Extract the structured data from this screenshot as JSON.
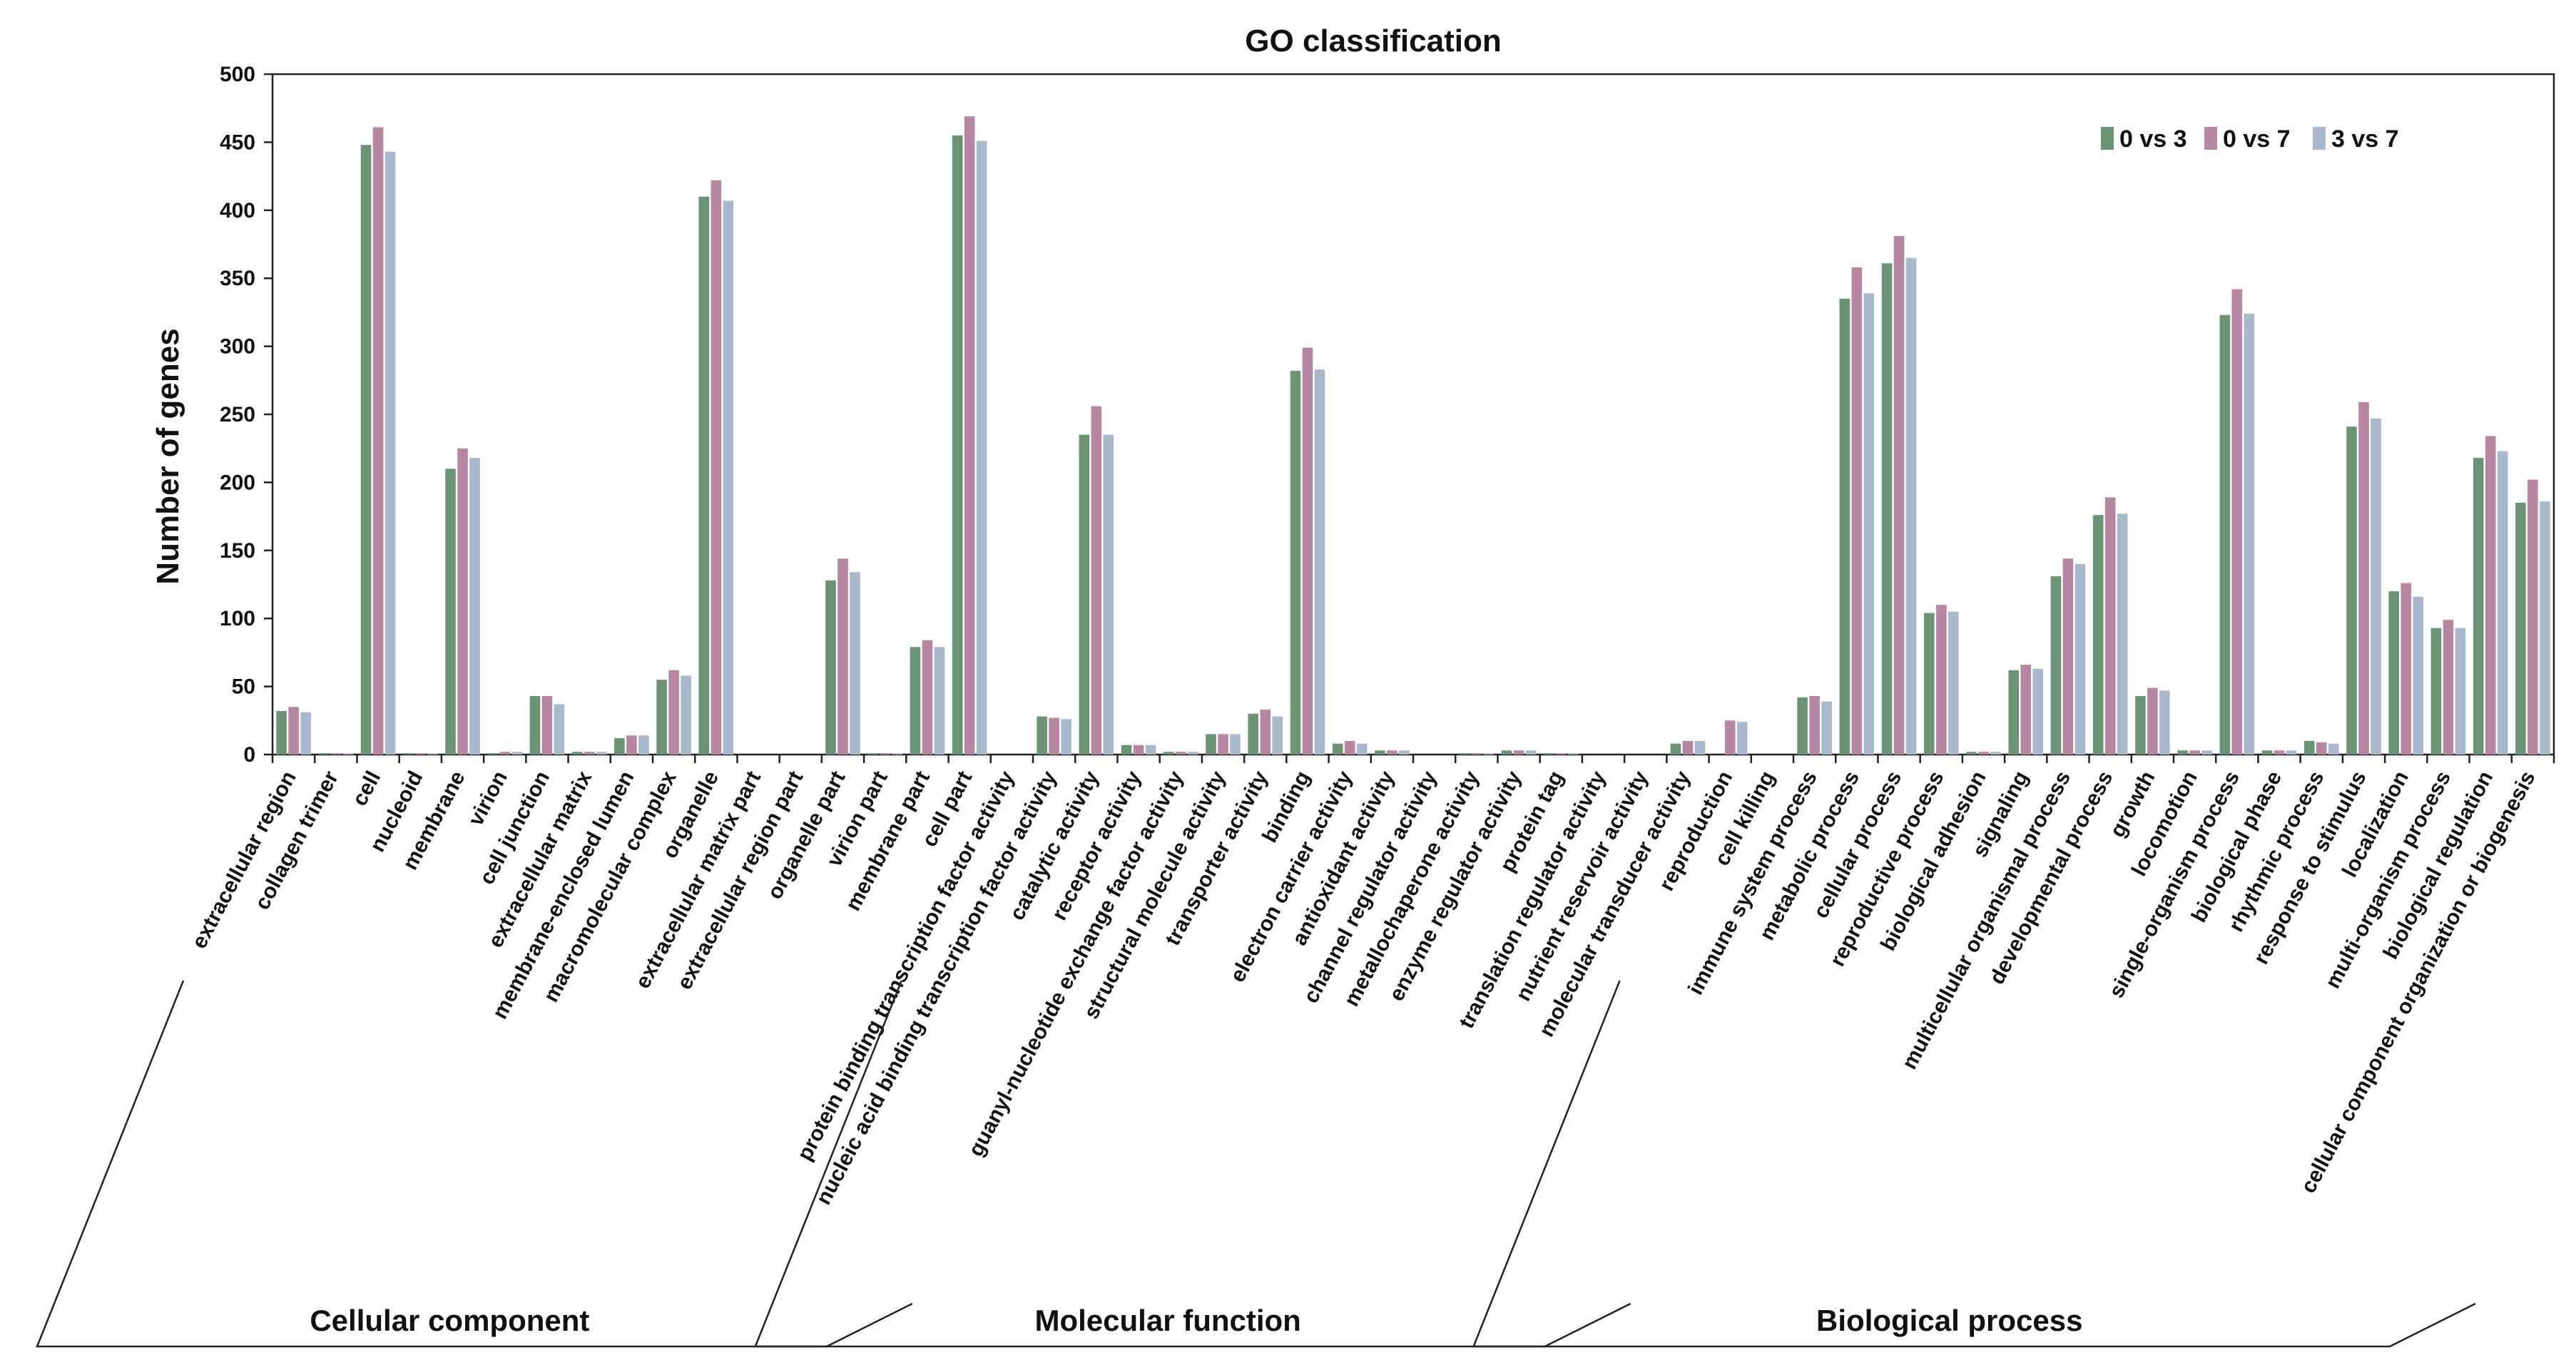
{
  "colors": {
    "series": [
      "#6B9474",
      "#B786A3",
      "#A9B9CD"
    ]
  },
  "chart_data": {
    "type": "bar",
    "title": "GO classification",
    "xlabel": "",
    "ylabel": "Number of genes",
    "ylim": [
      0,
      500
    ],
    "yticks": [
      0,
      50,
      100,
      150,
      200,
      250,
      300,
      350,
      400,
      450,
      500
    ],
    "grid": false,
    "legend": "top-right",
    "categories": [
      "extracellular region",
      "collagen trimer",
      "cell",
      "nucleoid",
      "membrane",
      "virion",
      "cell junction",
      "extracellular matrix",
      "membrane-enclosed lumen",
      "macromolecular complex",
      "organelle",
      "extracellular matrix part",
      "extracellular region part",
      "organelle part",
      "virion part",
      "membrane part",
      "cell part",
      "protein binding transcription factor activity",
      "nucleic acid binding transcription factor activity",
      "catalytic activity",
      "receptor activity",
      "guanyl-nucleotide exchange factor activity",
      "structural molecule activity",
      "transporter activity",
      "binding",
      "electron carrier activity",
      "antioxidant activity",
      "channel regulator activity",
      "metallochaperone activity",
      "enzyme regulator activity",
      "protein tag",
      "translation regulator activity",
      "nutrient reservoir activity",
      "molecular transducer activity",
      "reproduction",
      "cell killing",
      "immune system process",
      "metabolic process",
      "cellular process",
      "reproductive process",
      "biological adhesion",
      "signaling",
      "multicellular organismal process",
      "developmental process",
      "growth",
      "locomotion",
      "single-organism process",
      "biological phase",
      "rhythmic process",
      "response to stimulus",
      "localization",
      "multi-organism process",
      "biological regulation",
      "cellular component organization or biogenesis"
    ],
    "series": [
      {
        "name": "0 vs 3",
        "values": [
          32,
          1,
          448,
          1,
          210,
          1,
          43,
          2,
          12,
          55,
          410,
          0,
          0,
          128,
          1,
          79,
          455,
          0,
          28,
          235,
          7,
          2,
          15,
          30,
          282,
          8,
          3,
          0,
          1,
          3,
          1,
          0,
          0,
          8,
          0,
          0,
          42,
          335,
          361,
          104,
          2,
          62,
          131,
          176,
          43,
          3,
          323,
          3,
          10,
          241,
          120,
          93,
          218,
          185
        ]
      },
      {
        "name": "0 vs 7",
        "values": [
          35,
          1,
          461,
          1,
          225,
          2,
          43,
          2,
          14,
          62,
          422,
          0,
          0,
          144,
          1,
          84,
          469,
          0,
          27,
          256,
          7,
          2,
          15,
          33,
          299,
          10,
          3,
          0,
          1,
          3,
          1,
          0,
          0,
          10,
          25,
          0,
          43,
          358,
          381,
          110,
          2,
          66,
          144,
          189,
          49,
          3,
          342,
          3,
          9,
          259,
          126,
          99,
          234,
          202
        ]
      },
      {
        "name": "3 vs 7",
        "values": [
          31,
          1,
          443,
          1,
          218,
          2,
          37,
          2,
          14,
          58,
          407,
          0,
          0,
          134,
          1,
          79,
          451,
          0,
          26,
          235,
          7,
          2,
          15,
          28,
          283,
          8,
          3,
          0,
          1,
          3,
          1,
          0,
          0,
          10,
          24,
          0,
          39,
          339,
          365,
          105,
          2,
          63,
          140,
          177,
          47,
          3,
          324,
          3,
          8,
          247,
          116,
          93,
          223,
          186
        ]
      }
    ],
    "groups": [
      {
        "name": "Cellular component",
        "start": 0,
        "end": 16
      },
      {
        "name": "Molecular function",
        "start": 17,
        "end": 33
      },
      {
        "name": "Biological process",
        "start": 34,
        "end": 53
      }
    ]
  }
}
